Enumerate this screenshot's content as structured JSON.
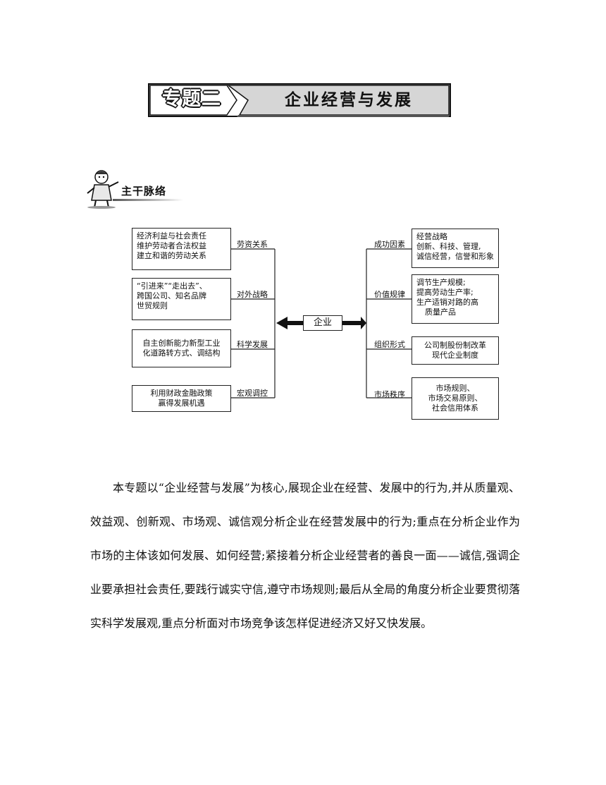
{
  "banner": {
    "number": "专题二",
    "title": "企业经营与发展"
  },
  "section": {
    "title": "主干脉络"
  },
  "diagram": {
    "center": "企业",
    "left": [
      {
        "label": "劳资关系",
        "lines": [
          "经济利益与社会责任",
          "维护劳动者合法权益",
          "建立和谐的劳动关系"
        ]
      },
      {
        "label": "对外战略",
        "lines": [
          "“引进来”“走出去”、",
          "跨国公司、知名品牌",
          "世贸规则"
        ]
      },
      {
        "label": "科学发展",
        "lines": [
          "自主创新能力新型工业",
          "化道路转方式、调结构"
        ]
      },
      {
        "label": "宏观调控",
        "lines": [
          "利用财政金融政策",
          "赢得发展机遇"
        ]
      }
    ],
    "right": [
      {
        "label": "成功因素",
        "lines": [
          "经营战略",
          "创新、科技、管理,",
          "诚信经营，信誉和形象"
        ]
      },
      {
        "label": "价值规律",
        "lines": [
          "调节生产规模;",
          "提高劳动生产率;",
          "生产适销对路的高",
          "质量产品"
        ]
      },
      {
        "label": "组织形式",
        "lines": [
          "公司制股份制改革",
          "现代企业制度"
        ]
      },
      {
        "label": "市场秩序",
        "lines": [
          "市场规则、",
          "市场交易原则、",
          "社会信用体系"
        ]
      }
    ]
  },
  "body_text": "本专题以“企业经营与发展”为核心,展现企业在经营、发展中的行为,并从质量观、效益观、创新观、市场观、诚信观分析企业在经营发展中的行为;重点在分析企业作为市场的主体该如何发展、如何经营;紧接着分析企业经营者的善良一面——诚信,强调企业要承担社会责任,要践行诚实守信,遵守市场规则;最后从全局的角度分析企业要贯彻落实科学发展观,重点分析面对市场竞争该怎样促进经济又好又快发展。"
}
